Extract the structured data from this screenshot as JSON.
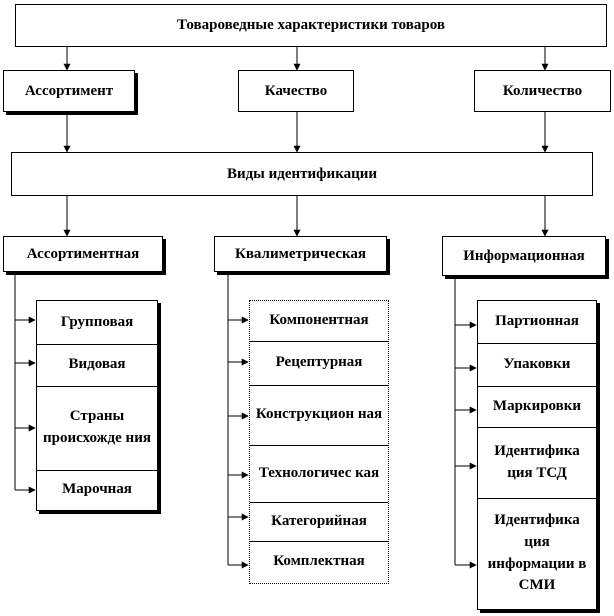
{
  "top": {
    "title": "Товароведные характеристики товаров"
  },
  "characteristics": [
    "Ассортимент",
    "Качество",
    "Количество"
  ],
  "identification": {
    "title": "Виды идентификации"
  },
  "types": [
    "Ассортиментная",
    "Квалиметрическая",
    "Информационная"
  ],
  "assortment_items": [
    "Групповая",
    "Видовая",
    "Страны происхожде ния",
    "Марочная"
  ],
  "qualimetric_items": [
    "Компонентная",
    "Рецептурная",
    "Конструкцион ная",
    "Технологичес кая",
    "Категорийная",
    "Комплектная"
  ],
  "information_items": [
    "Партионная",
    "Упаковки",
    "Маркировки",
    "Идентифика ция ТСД",
    "Идентифика ция информации в СМИ"
  ]
}
